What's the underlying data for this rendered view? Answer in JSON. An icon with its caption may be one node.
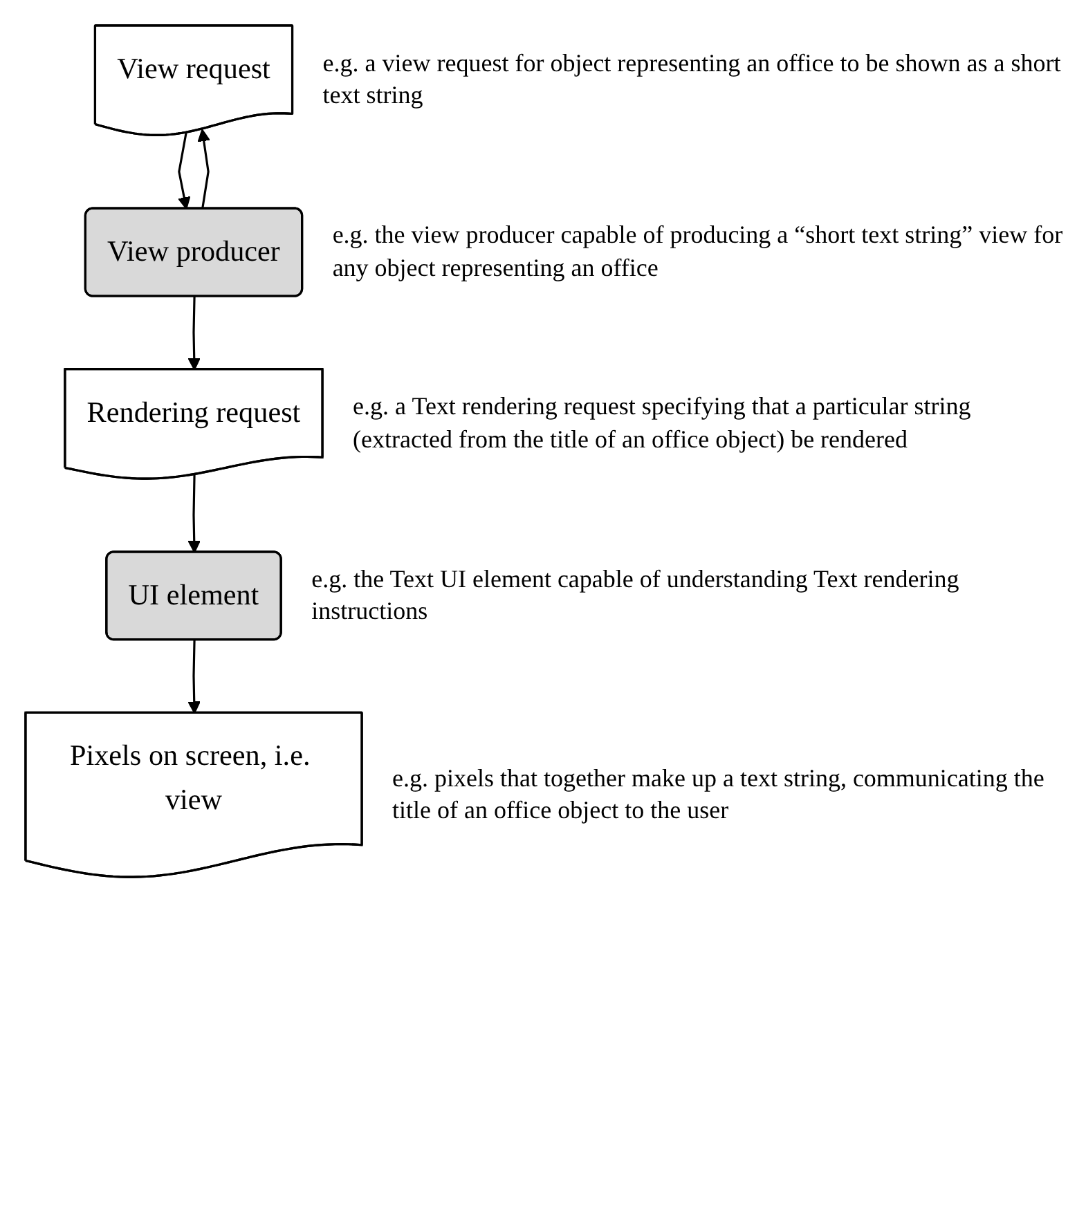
{
  "diagram": {
    "nodes": [
      {
        "text": [
          "View request"
        ],
        "beside": [
          "e.g. a view request for object representing an office to be shown as a short text string"
        ]
      },
      {
        "text": [
          "View producer"
        ],
        "beside": [
          "e.g. the view producer capable of producing a “short text string” view for any object representing an office"
        ]
      },
      {
        "text": [
          "Rendering request"
        ],
        "beside": [
          "e.g. a Text rendering request specifying that a particular string (extracted from the title of an office object) be rendered"
        ]
      },
      {
        "text": [
          "UI element"
        ],
        "beside": [
          "e.g. the Text UI element capable of understanding Text rendering instructions"
        ]
      },
      {
        "text": [
          "Pixels on screen, i.e. view"
        ],
        "beside": [
          "e.g. pixels that together make up a text string, communicating the title of an office object to the user"
        ]
      }
    ],
    "edges": [
      {
        "from": 0,
        "to": 1,
        "arrow": "to"
      },
      {
        "from": 1,
        "to": 0,
        "arrow": "to"
      },
      {
        "from": 1,
        "to": 2,
        "arrow": "to"
      },
      {
        "from": 2,
        "to": 3,
        "arrow": "to"
      },
      {
        "from": 3,
        "to": 4,
        "arrow": "to"
      }
    ]
  }
}
